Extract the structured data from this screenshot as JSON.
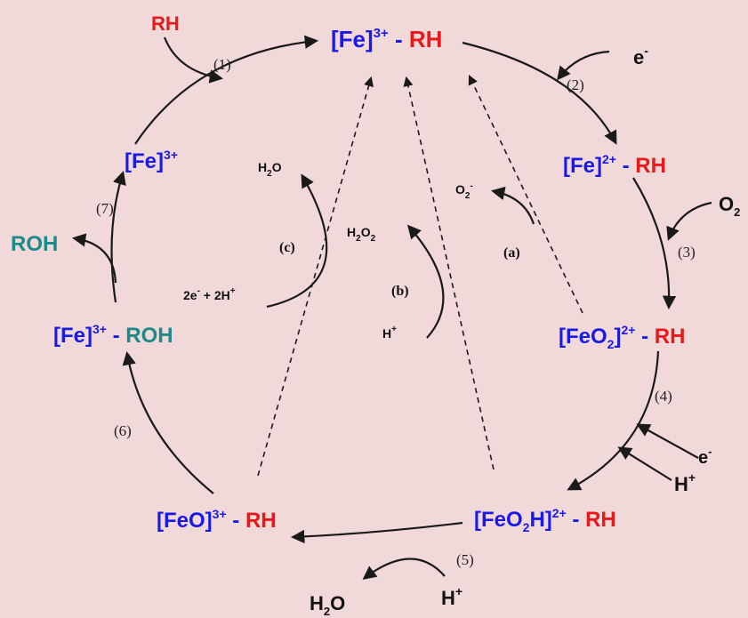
{
  "colors": {
    "background": "#f2d9d9",
    "iron": "#1a1ae6",
    "substrate": "#e61a1a",
    "product": "#1a8a8a",
    "arrow": "#1a1a1a"
  },
  "species": {
    "fe3_rh": {
      "fe": "[Fe]",
      "charge": "3+",
      "sep": " - ",
      "sub": "RH"
    },
    "fe2_rh": {
      "fe": "[Fe]",
      "charge": "2+",
      "sep": " - ",
      "sub": "RH"
    },
    "feo2_rh": {
      "fe1": "[FeO",
      "fe_sub": "2",
      "fe2": "]",
      "charge": "2+",
      "sep": " - ",
      "sub": "RH"
    },
    "feo2h_rh": {
      "fe1": "[FeO",
      "fe_sub": "2",
      "fe2": "H]",
      "charge": "2+",
      "sep": " - ",
      "sub": "RH"
    },
    "feo_rh": {
      "fe": "[FeO]",
      "charge": "3+",
      "sep": " - ",
      "sub": "RH"
    },
    "fe3_roh": {
      "fe": "[Fe]",
      "charge": "3+",
      "sep": " - ",
      "sub": "ROH"
    },
    "fe3": {
      "fe": "[Fe]",
      "charge": "3+"
    }
  },
  "reagents": {
    "rh_in": "RH",
    "e_minus_2": {
      "base": "e",
      "sup": "-"
    },
    "o2_in": {
      "base": "O",
      "sub": "2"
    },
    "e_minus_4": {
      "base": "e",
      "sup": "-"
    },
    "h_plus_4": {
      "base": "H",
      "sup": "+"
    },
    "h_plus_5": {
      "base": "H",
      "sup": "+"
    },
    "h2o_5": {
      "a": "H",
      "sub": "2",
      "b": "O"
    },
    "roh_out": "ROH"
  },
  "steps": [
    "(1)",
    "(2)",
    "(3)",
    "(4)",
    "(5)",
    "(6)",
    "(7)"
  ],
  "shunts": {
    "a": {
      "label": "(a)",
      "product_base": "O",
      "product_sub": "2",
      "product_sup": "-"
    },
    "b": {
      "label": "(b)",
      "product_a": "H",
      "product_sub": "2",
      "product_b": "O",
      "product_sub2": "2",
      "reagent_base": "H",
      "reagent_sup": "+"
    },
    "c": {
      "label": "(c)",
      "product_a": "H",
      "product_sub": "2",
      "product_b": "O",
      "reagent_a": "2e",
      "reagent_sup1": "-",
      "reagent_mid": " + 2H",
      "reagent_sup2": "+"
    }
  }
}
